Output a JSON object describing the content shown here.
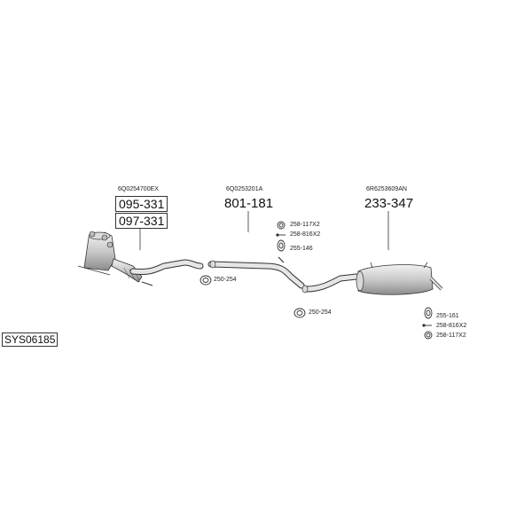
{
  "system": {
    "code": "SYS06185"
  },
  "sections": {
    "front": {
      "oem": "6Q0254700EX",
      "parts": [
        "095-331",
        "097-331"
      ],
      "clamp": "250-254"
    },
    "middle": {
      "oem": "6Q0253201A",
      "part": "801-181",
      "hardware": [
        "258-117X2",
        "258-816X2",
        "255-146"
      ],
      "clamp": "250-254"
    },
    "rear": {
      "oem": "6R6253609AN",
      "part": "233-347",
      "hardware": [
        "255-161",
        "258-816X2",
        "258-117X2"
      ]
    }
  },
  "icons": {
    "ring": "ring-gasket-icon",
    "bolt": "bolt-icon",
    "hanger": "rubber-hanger-icon",
    "clamp": "pipe-clamp-icon"
  }
}
